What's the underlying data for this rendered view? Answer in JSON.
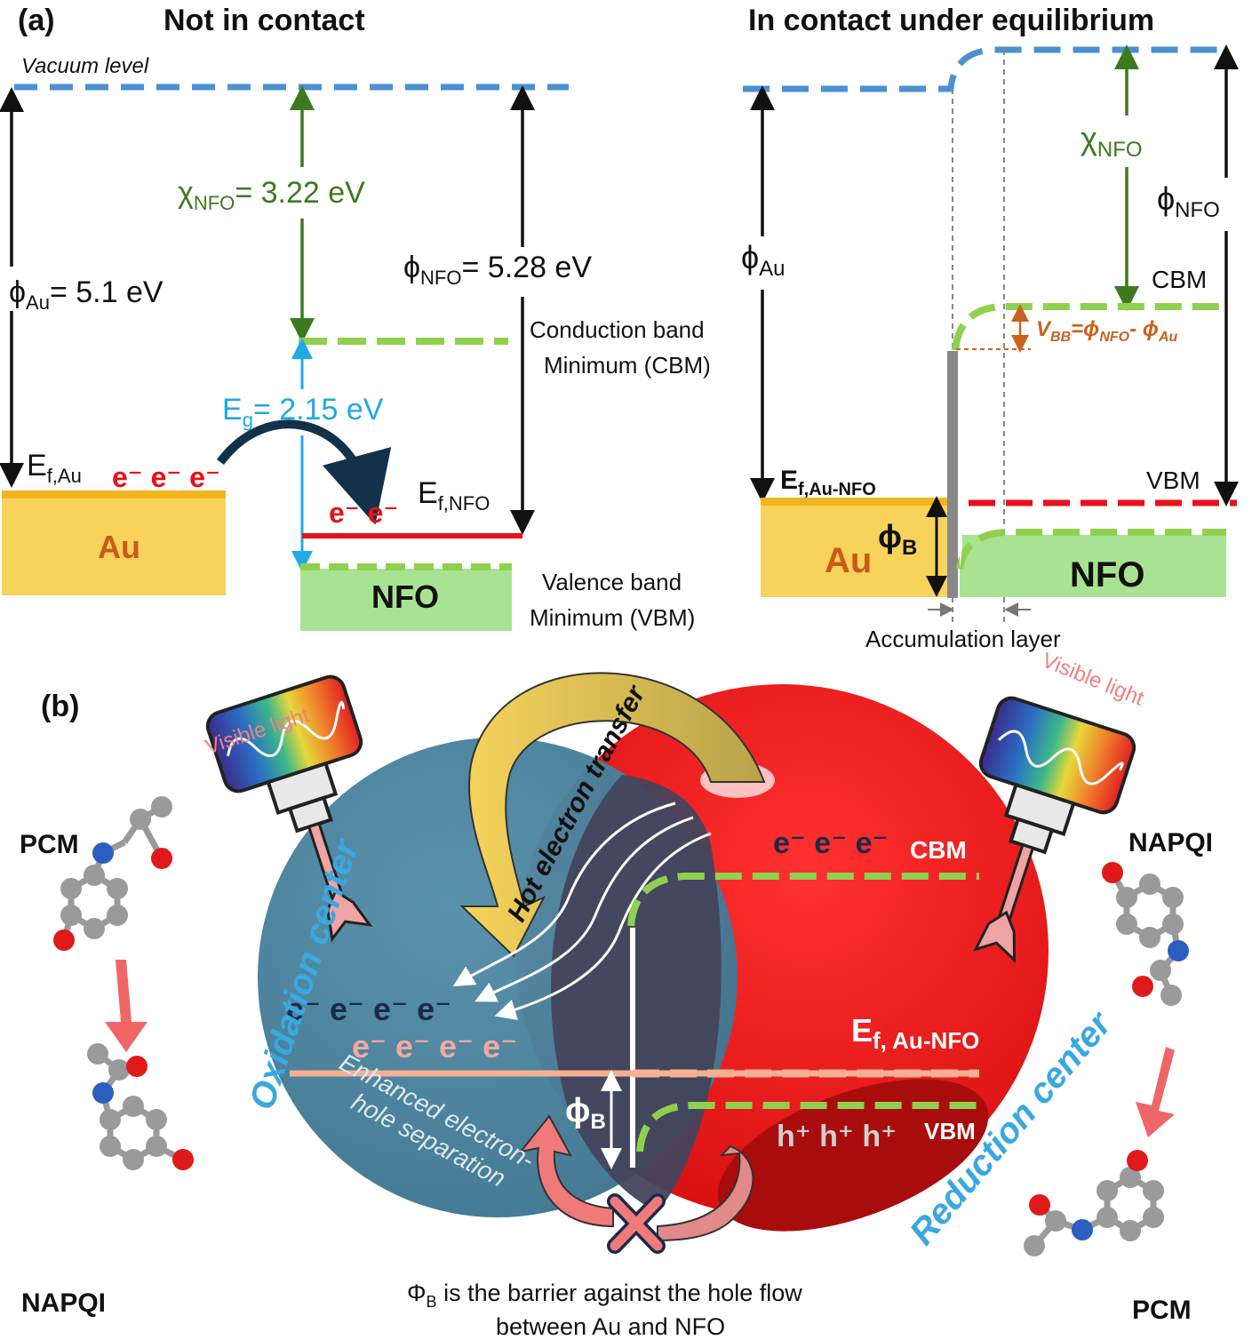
{
  "panel_a": {
    "label": "(a)",
    "left": {
      "title": "Not in contact",
      "vacuum_label": "Vacuum level",
      "phi_au": {
        "symbol": "ϕ",
        "sub": "Au",
        "value": "= 5.1 eV"
      },
      "chi_nfo": {
        "symbol": "χ",
        "sub": "NFO",
        "value": "= 3.22 eV"
      },
      "phi_nfo": {
        "symbol": "ϕ",
        "sub": "NFO",
        "value": "= 5.28 eV"
      },
      "eg": {
        "symbol": "E",
        "sub": "g",
        "value": "= 2.15 eV"
      },
      "ef_au": {
        "symbol": "E",
        "sub": "f,Au"
      },
      "ef_nfo": {
        "symbol": "E",
        "sub": "f,NFO"
      },
      "electrons_au": "e⁻ e⁻ e⁻",
      "electrons_nfo": "e⁻ e⁻",
      "cbm_line1": "Conduction band",
      "cbm_line2": "Minimum (CBM)",
      "vbm_line1": "Valence band",
      "vbm_line2": "Minimum (VBM)",
      "au_label": "Au",
      "nfo_label": "NFO"
    },
    "right": {
      "title": "In contact under equilibrium",
      "chi_nfo": {
        "symbol": "χ",
        "sub": "NFO"
      },
      "phi_nfo": {
        "symbol": "ϕ",
        "sub": "NFO"
      },
      "phi_au": {
        "symbol": "ϕ",
        "sub": "Au"
      },
      "cbm": "CBM",
      "vbm": "VBM",
      "vbb": {
        "v": "V",
        "vsub": "BB",
        "eq": "=ϕ",
        "sub1": "NFO",
        "minus": "- ϕ",
        "sub2": "Au"
      },
      "ef": {
        "symbol": "E",
        "sub": "f,Au-NFO"
      },
      "phi_b": {
        "symbol": "ϕ",
        "sub": "B"
      },
      "au_label": "Au",
      "nfo_label": "NFO",
      "accumulation": "Accumulation layer"
    }
  },
  "panel_b": {
    "label": "(b)",
    "visible_light": "Visible light",
    "hot_electron": "Hot electron transfer",
    "oxidation": "Oxidation center",
    "reduction": "Reduction center",
    "cbm": "CBM",
    "vbm": "VBM",
    "electrons_top": "e⁻ e⁻ e⁻",
    "electrons_mid": "e⁻ e⁻ e⁻ e⁻",
    "electrons_low": "e⁻ e⁻ e⁻ e⁻",
    "holes": "h⁺ h⁺ h⁺",
    "ef": {
      "symbol": "E",
      "sub": "f, Au-NFO"
    },
    "phi_b": {
      "symbol": "ϕ",
      "sub": "B"
    },
    "separation_1": "Enhanced electron-",
    "separation_2": "hole separation",
    "barrier_phi": "Φ",
    "barrier_sub": "B",
    "barrier_text": " is the barrier against the hole flow",
    "barrier_text2": "between Au and NFO",
    "pcm_left": "PCM",
    "napqi_left": "NAPQI",
    "napqi_right": "NAPQI",
    "pcm_right": "PCM"
  },
  "colors": {
    "vacuum": "#4a90d2",
    "chi": "#3d7a1f",
    "eg": "#1fa9e6",
    "fermi": "#e8101a",
    "cbm_green": "#8fd14f",
    "au_gold": "#f8d35c",
    "nfo_green": "#a8e394",
    "au_text": "#c85a1a",
    "vbb": "#c8621e",
    "oxidation_sphere": "#4a7f9a",
    "reduction_sphere": "#e41e1e",
    "label_blue": "#3aa8e0"
  }
}
